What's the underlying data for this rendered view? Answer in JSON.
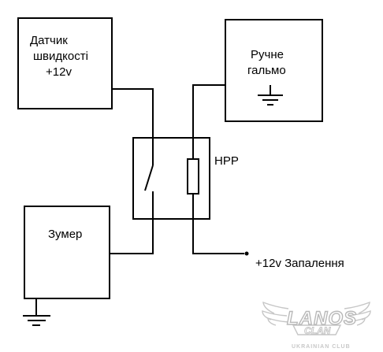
{
  "blocks": {
    "speed_sensor": {
      "line1": "Датчик",
      "line2": "швидкості",
      "line3": "+12v"
    },
    "handbrake": {
      "line1": "Ручне",
      "line2": "гальмо"
    },
    "buzzer": {
      "label": "Зумер"
    },
    "relay": {
      "label": "НРР"
    }
  },
  "terminals": {
    "ignition": "+12v Запалення"
  },
  "watermark": {
    "brand": "LANOS",
    "sub": "CLAN",
    "club": "UKRAINIAN CLUB"
  },
  "colors": {
    "line": "#000000",
    "watermark": "#bdbdbd"
  }
}
